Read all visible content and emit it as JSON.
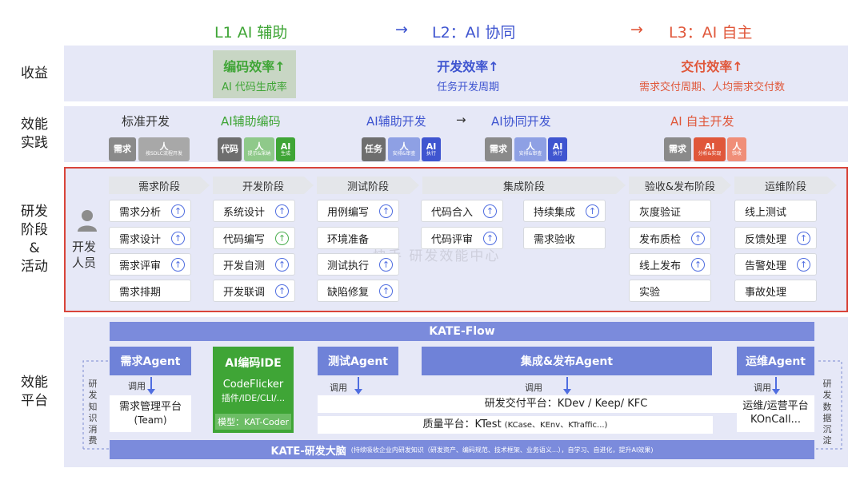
{
  "header": {
    "l1": "L1 AI 辅助",
    "arrow1": "→",
    "l2": "L2：AI 协同",
    "arrow2": "→",
    "l3": "L3：AI 自主"
  },
  "rows": {
    "benefit": "收益",
    "practice_1": "效能",
    "practice_2": "实践",
    "stage_1": "研发",
    "stage_2": "阶段",
    "stage_3": "&",
    "stage_4": "活动",
    "platform_1": "效能",
    "platform_2": "平台"
  },
  "benefit": {
    "l1_title": "编码效率↑",
    "l1_sub": "AI 代码生成率",
    "l2_title": "开发效率↑",
    "l2_sub": "任务开发周期",
    "l3_title": "交付效率↑",
    "l3_sub": "需求交付周期、人均需求交付数"
  },
  "practice": {
    "standard": "标准开发",
    "ai_coding": "AI辅助编码",
    "ai_dev": "AI辅助开发",
    "arrow": "→",
    "ai_collab": "AI协同开发",
    "ai_auto": "AI 自主开发",
    "std_req": "需求",
    "std_person": "人",
    "std_person_sub": "按SDLC流程开发",
    "code": "代码",
    "code_person": "人",
    "code_person_sub": "提示&采纳",
    "code_ai": "AI",
    "code_ai_sub": "生成",
    "task": "任务",
    "task_person": "人",
    "task_person_sub": "安排&审查",
    "task_ai": "AI",
    "task_ai_sub": "执行",
    "collab_req": "需求",
    "collab_person": "人",
    "collab_person_sub": "安排&审查",
    "collab_ai": "AI",
    "collab_ai_sub": "执行",
    "auto_req": "需求",
    "auto_ai": "AI",
    "auto_ai_sub": "分析&实现",
    "auto_person": "人",
    "auto_person_sub": "验收"
  },
  "actor": {
    "line1": "开发",
    "line2": "人员"
  },
  "watermark": "快手 研发效能中心",
  "stages": {
    "s1": "需求阶段",
    "s2": "开发阶段",
    "s3": "测试阶段",
    "s4": "集成阶段",
    "s5": "验收&发布阶段",
    "s6": "运维阶段"
  },
  "activities": {
    "a1": "需求分析",
    "a2": "需求设计",
    "a3": "需求评审",
    "a4": "需求排期",
    "b1": "系统设计",
    "b2": "代码编写",
    "b3": "开发自测",
    "b4": "开发联调",
    "c1": "用例编写",
    "c2": "环境准备",
    "c3": "测试执行",
    "c4": "缺陷修复",
    "d1": "代码合入",
    "d2": "代码评审",
    "d3": "持续集成",
    "d4": "需求验收",
    "e1": "灰度验证",
    "e2": "发布质检",
    "e3": "线上发布",
    "e4": "实验",
    "f1": "线上测试",
    "f2": "反馈处理",
    "f3": "告警处理",
    "f4": "事故处理",
    "ai_icon": "↑"
  },
  "platform": {
    "flow": "KATE-Flow",
    "req_agent": "需求Agent",
    "ide_title": "AI编码IDE",
    "ide_name": "CodeFlicker",
    "ide_sub": "插件/IDE/CLI/...",
    "ide_model": "模型：KAT-Coder",
    "test_agent": "测试Agent",
    "integ_agent": "集成&发布Agent",
    "ops_agent": "运维Agent",
    "call": "调用",
    "req_platform": "需求管理平台",
    "req_platform_sub": "(Team)",
    "delivery_platform": "研发交付平台：KDev / Keep/ KFC",
    "quality_platform_main": "质量平台：KTest",
    "quality_platform_sub": "(KCase、KEnv、KTraffic...)",
    "ops_platform": "运维/运营平台",
    "ops_platform_sub": "KOnCall...",
    "brain_title": "KATE-研发大脑",
    "brain_sub": "(持续吸收企业内研发知识（研发资产、编码规范、技术框架、业务语义...），自学习、自进化，提升AI效果)",
    "left_side": [
      "研",
      "发",
      "知",
      "识",
      "消",
      "费"
    ],
    "right_side": [
      "研",
      "发",
      "数",
      "据",
      "沉",
      "淀"
    ]
  },
  "colors": {
    "green": "#3fa536",
    "blue": "#3f55d0",
    "red": "#e0573a",
    "band": "#e6e8f7",
    "agent": "#6f82d8",
    "border_red": "#d9443a"
  }
}
